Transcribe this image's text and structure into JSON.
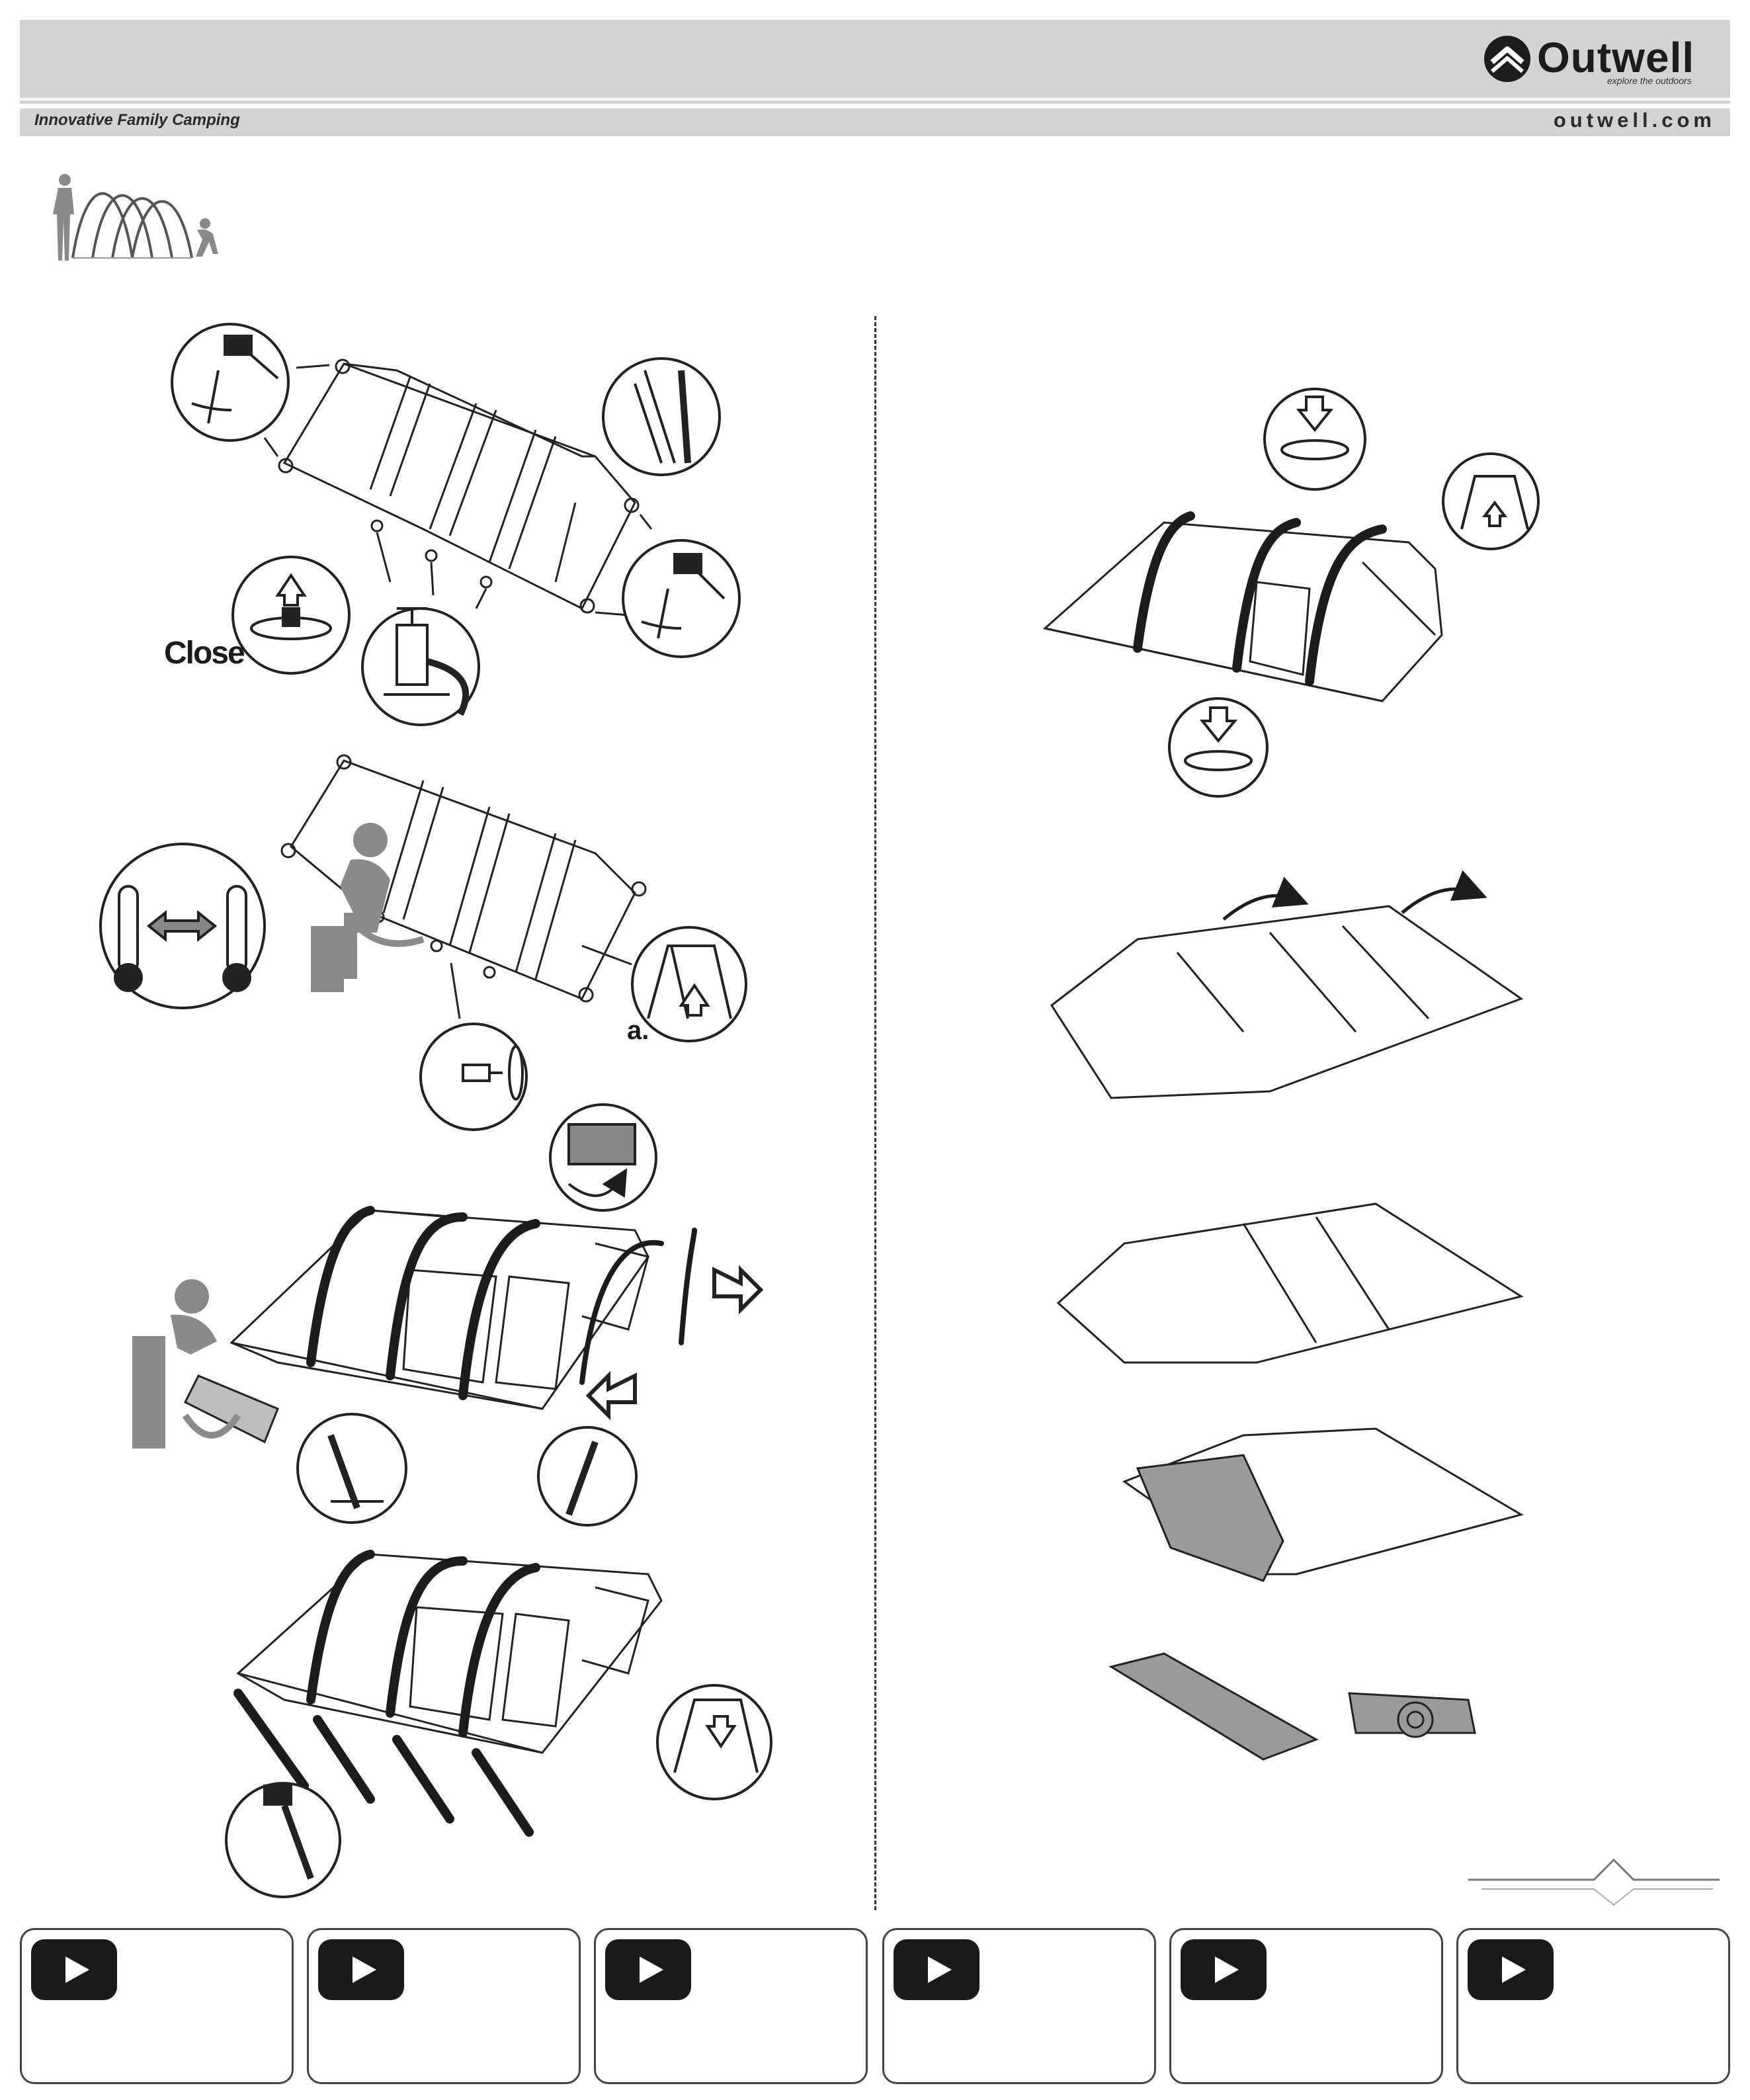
{
  "header": {
    "brand": "Outwell",
    "brand_tagline": "explore the outdoors",
    "tagline": "Innovative Family Camping",
    "website": "outwell.com"
  },
  "labels": {
    "close": "Close",
    "step_a": "a."
  },
  "video_cards": [
    {
      "icon": "play-icon"
    },
    {
      "icon": "play-icon"
    },
    {
      "icon": "play-icon"
    },
    {
      "icon": "play-icon"
    },
    {
      "icon": "play-icon"
    },
    {
      "icon": "play-icon"
    }
  ]
}
